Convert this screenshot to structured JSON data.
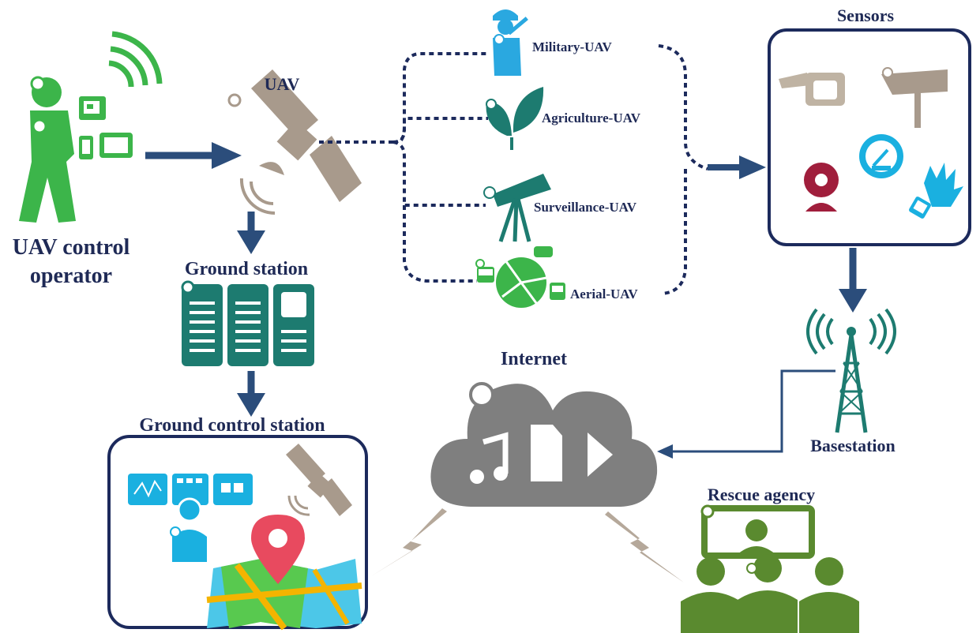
{
  "diagram": {
    "labels": {
      "operator_line1": "UAV control",
      "operator_line2": "operator",
      "uav": "UAV",
      "ground_station": "Ground station",
      "ground_control_station": "Ground control station",
      "internet": "Internet",
      "sensors": "Sensors",
      "basestation": "Basestation",
      "rescue_agency": "Rescue agency"
    },
    "uav_types": [
      "Military-UAV",
      "Agriculture-UAV",
      "Surveillance-UAV",
      "Aerial-UAV"
    ],
    "colors": {
      "arrow": "#2b4d7b",
      "dotted_link": "#1c2a5c",
      "operator_green": "#3cb54a",
      "satellite_gray": "#a89a8c",
      "ground_teal": "#1d7b70",
      "cloud_gray": "#7f7f7f",
      "rescue_green": "#5a8a2f",
      "box_border": "#1c2a5c",
      "label_dark": "#1f2a56",
      "military_blue": "#2aa8e0",
      "sensor_cyan": "#1ab0e0",
      "sensor_maroon": "#a01e3c",
      "lightning": "#b5a89a"
    },
    "icons": [
      "person-with-devices-icon",
      "satellite-icon",
      "soldier-icon",
      "leaf-icon",
      "telescope-icon",
      "map-vehicles-icon",
      "server-racks-icon",
      "dashboard-icon",
      "map-pin-icon",
      "cloud-media-icon",
      "tower-icon",
      "camera-icon",
      "cctv-icon",
      "webcam-icon",
      "speedometer-icon",
      "hand-sensor-icon",
      "group-people-icon"
    ]
  }
}
